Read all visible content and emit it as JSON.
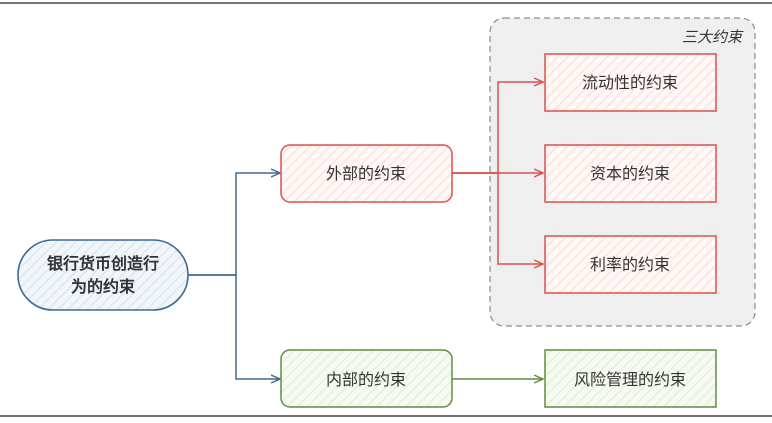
{
  "group": {
    "label": "三大约束"
  },
  "nodes": {
    "root": {
      "line1": "银行货币创造行",
      "line2": "为的约束"
    },
    "external": {
      "label": "外部的约束"
    },
    "internal": {
      "label": "内部的约束"
    },
    "liquidity": {
      "label": "流动性的约束"
    },
    "capital": {
      "label": "资本的约束"
    },
    "interest": {
      "label": "利率的约束"
    },
    "risk": {
      "label": "风险管理的约束"
    }
  },
  "colors": {
    "blue": "#3e6a93",
    "red": "#d9534a",
    "green": "#5f8f3e",
    "group_fill": "#efefef",
    "group_border": "#8a8a8a"
  }
}
